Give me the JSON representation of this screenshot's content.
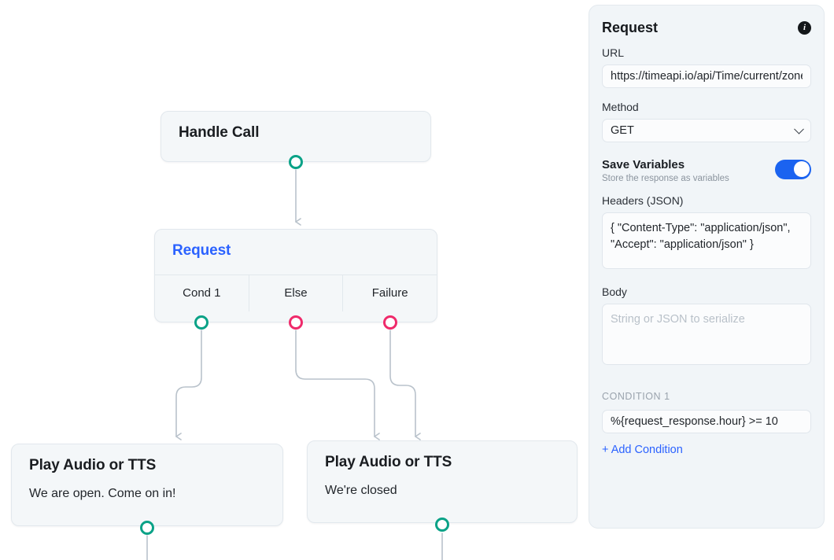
{
  "flow": {
    "nodes": [
      {
        "id": "handle-call",
        "title": "Handle Call"
      },
      {
        "id": "request",
        "title": "Request",
        "outputs": [
          {
            "label": "Cond 1",
            "handle": "green"
          },
          {
            "label": "Else",
            "handle": "pink"
          },
          {
            "label": "Failure",
            "handle": "pink"
          }
        ]
      },
      {
        "id": "play-audio-open",
        "title": "Play Audio or TTS",
        "subtitle": "We are open. Come on in!"
      },
      {
        "id": "play-audio-closed",
        "title": "Play Audio or TTS",
        "subtitle": "We're closed"
      }
    ],
    "colors": {
      "handle_green": "#0aa287",
      "handle_pink": "#ef2a6b",
      "edge": "#b9c2cb",
      "node_bg": "#f4f7f9",
      "link": "#2b62ff"
    }
  },
  "panel": {
    "title": "Request",
    "info_icon": "info-icon",
    "url": {
      "label": "URL",
      "value": "https://timeapi.io/api/Time/current/zone?timeZone=America/New_York"
    },
    "method": {
      "label": "Method",
      "value": "GET",
      "chevron": "chevron-down-icon"
    },
    "save_variables": {
      "label": "Save Variables",
      "description": "Store the response as variables",
      "enabled": true
    },
    "headers": {
      "label": "Headers (JSON)",
      "value": "{ \"Content-Type\": \"application/json\", \"Accept\": \"application/json\" }"
    },
    "body": {
      "label": "Body",
      "value": "",
      "placeholder": "String or JSON to serialize"
    },
    "condition": {
      "label": "CONDITION 1",
      "value": "%{request_response.hour} >= 10",
      "add_label": "+ Add Condition"
    },
    "accent": "#2b62ff"
  }
}
